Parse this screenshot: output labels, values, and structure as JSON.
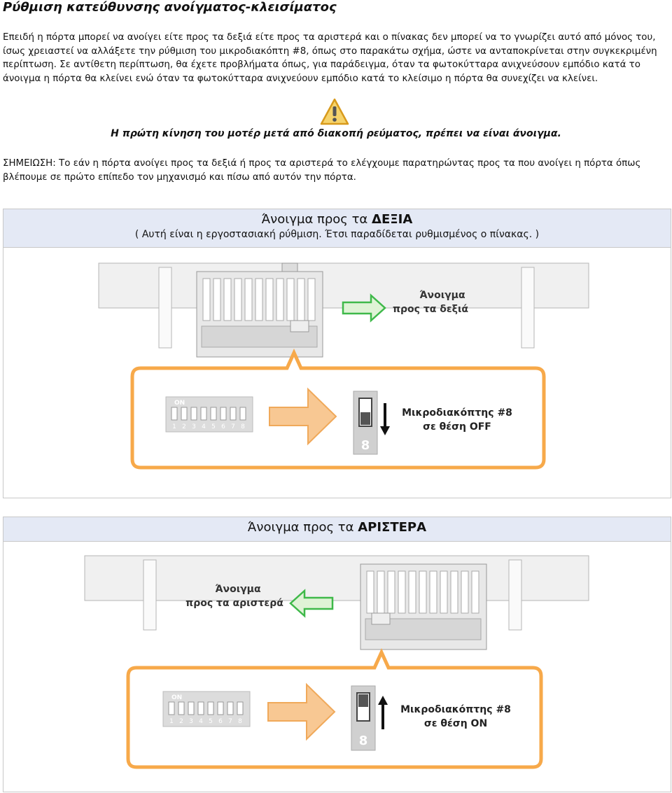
{
  "title": "Ρύθμιση κατεύθυνσης ανοίγματος-κλεισίματος",
  "paragraph1": "Επειδή η πόρτα μπορεί να ανοίγει είτε προς τα δεξιά είτε προς τα αριστερά και ο πίνακας δεν μπορεί να το γνωρίζει αυτό από μόνος του, ίσως χρειαστεί να αλλάξετε την ρύθμιση του μικροδιακόπτη #8, όπως στο παρακάτω σχήμα, ώστε να ανταποκρίνεται στην συγκεκριμένη περίπτωση. Σε αντίθετη περίπτωση, θα έχετε προβλήματα όπως, για παράδειγμα, όταν τα φωτοκύτταρα ανιχνεύσουν εμπόδιο κατά το άνοιγμα η πόρτα θα κλείνει ενώ όταν τα φωτοκύτταρα ανιχνεύουν εμπόδιο κατά το κλείσιμο η πόρτα θα συνεχίζει να κλείνει.",
  "warning_icon": "warning-triangle-icon",
  "warning_text": "Η πρώτη κίνηση του μοτέρ μετά από διακοπή ρεύματος, πρέπει να είναι άνοιγμα.",
  "paragraph2": "ΣΗΜΕΙΩΣΗ: Το εάν η πόρτα ανοίγει προς τα δεξιά ή προς τα αριστερά το ελέγχουμε παρατηρώντας προς τα που ανοίγει η πόρτα όπως βλέπουμε σε πρώτο επίπεδο τον μηχανισμό και πίσω από αυτόν την πόρτα.",
  "right_section": {
    "heading_prefix": "Άνοιγμα προς τα ",
    "heading_strong": "ΔΕΞΙΑ",
    "subheading": "( Αυτή είναι η εργοστασιακή ρύθμιση. Έτσι παραδίδεται ρυθμισμένος ο πίνακας. )",
    "figure": {
      "open_label_1": "Άνοιγμα",
      "open_label_2": "προς τα δεξιά",
      "on_label": "ON",
      "switch_numbers": [
        "1",
        "2",
        "3",
        "4",
        "5",
        "6",
        "7",
        "8"
      ],
      "switch_big_number": "8",
      "switch_label_1": "Μικροδιακόπτης #8",
      "switch_label_2": "σε θέση OFF"
    }
  },
  "left_section": {
    "heading_prefix": "Άνοιγμα προς τα ",
    "heading_strong": "ΑΡΙΣΤΕΡΑ",
    "figure": {
      "open_label_1": "Άνοιγμα",
      "open_label_2": "προς τα αριστερά",
      "on_label": "ON",
      "switch_numbers": [
        "1",
        "2",
        "3",
        "4",
        "5",
        "6",
        "7",
        "8"
      ],
      "switch_big_number": "8",
      "switch_label_1": "Μικροδιακόπτης #8",
      "switch_label_2": "σε θέση ON"
    }
  },
  "colors": {
    "header_bg": "#e4e9f5",
    "callout_border": "#f7a94a",
    "arrow_green": "#3fb94a"
  }
}
